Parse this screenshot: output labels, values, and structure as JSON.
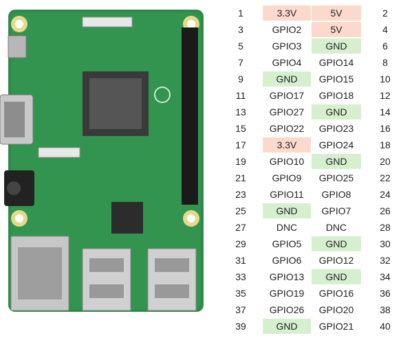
{
  "colors": {
    "power_bg": "#fbd9cc",
    "gnd_bg": "#d6efcf"
  },
  "pins": [
    {
      "left_num": "1",
      "left": "3.3V",
      "right": "5V",
      "right_num": "2"
    },
    {
      "left_num": "3",
      "left": "GPIO2",
      "right": "5V",
      "right_num": "4"
    },
    {
      "left_num": "5",
      "left": "GPIO3",
      "right": "GND",
      "right_num": "6"
    },
    {
      "left_num": "7",
      "left": "GPIO4",
      "right": "GPIO14",
      "right_num": "8"
    },
    {
      "left_num": "9",
      "left": "GND",
      "right": "GPIO15",
      "right_num": "10"
    },
    {
      "left_num": "11",
      "left": "GPIO17",
      "right": "GPIO18",
      "right_num": "12"
    },
    {
      "left_num": "13",
      "left": "GPIO27",
      "right": "GND",
      "right_num": "14"
    },
    {
      "left_num": "15",
      "left": "GPIO22",
      "right": "GPIO23",
      "right_num": "16"
    },
    {
      "left_num": "17",
      "left": "3.3V",
      "right": "GPIO24",
      "right_num": "18"
    },
    {
      "left_num": "19",
      "left": "GPIO10",
      "right": "GND",
      "right_num": "20"
    },
    {
      "left_num": "21",
      "left": "GPIO9",
      "right": "GPIO25",
      "right_num": "22"
    },
    {
      "left_num": "23",
      "left": "GPIO11",
      "right": "GPIO8",
      "right_num": "24"
    },
    {
      "left_num": "25",
      "left": "GND",
      "right": "GPIO7",
      "right_num": "26"
    },
    {
      "left_num": "27",
      "left": "DNC",
      "right": "DNC",
      "right_num": "28"
    },
    {
      "left_num": "29",
      "left": "GPIO5",
      "right": "GND",
      "right_num": "30"
    },
    {
      "left_num": "31",
      "left": "GPIO6",
      "right": "GPIO12",
      "right_num": "32"
    },
    {
      "left_num": "33",
      "left": "GPIO13",
      "right": "GND",
      "right_num": "34"
    },
    {
      "left_num": "35",
      "left": "GPIO19",
      "right": "GPIO16",
      "right_num": "36"
    },
    {
      "left_num": "37",
      "left": "GPIO26",
      "right": "GPIO20",
      "right_num": "38"
    },
    {
      "left_num": "39",
      "left": "GND",
      "right": "GPIO21",
      "right_num": "40"
    }
  ]
}
